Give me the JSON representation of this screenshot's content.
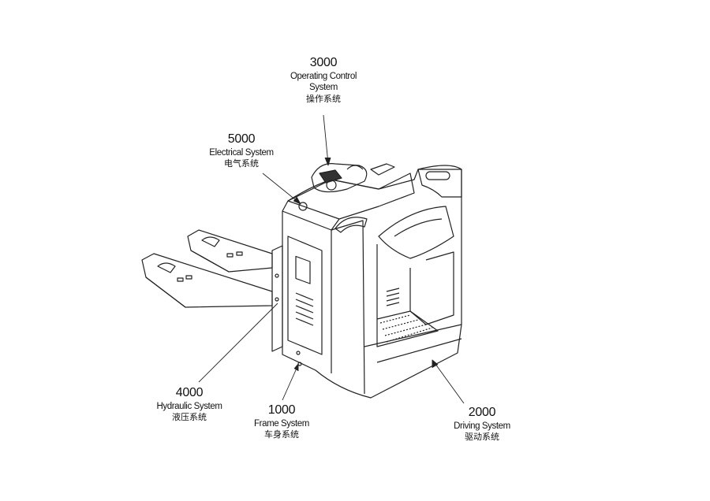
{
  "callouts": [
    {
      "code": "3000",
      "en": "Operating Control System",
      "en_line1": "Operating Control",
      "en_line2": "System",
      "zh": "操作系统"
    },
    {
      "code": "5000",
      "en": "Electrical System",
      "zh": "电气系统"
    },
    {
      "code": "4000",
      "en": "Hydraulic System",
      "zh": "液压系统"
    },
    {
      "code": "1000",
      "en": "Frame System",
      "zh": "车身系统"
    },
    {
      "code": "2000",
      "en": "Driving System",
      "zh": "驱动系统"
    }
  ]
}
